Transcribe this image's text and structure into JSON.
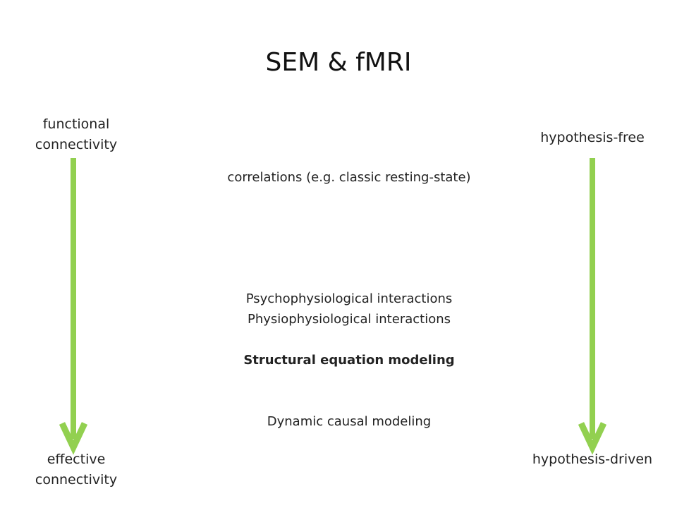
{
  "title": "SEM & fMRI",
  "left": {
    "top_label": [
      "functional",
      "connectivity"
    ],
    "bottom_label": [
      "effective",
      "connectivity"
    ]
  },
  "right": {
    "top_label": "hypothesis-free",
    "bottom_label": "hypothesis-driven"
  },
  "center": {
    "correlations": "correlations (e.g. classic resting-state)",
    "ppi": "Psychophysiological interactions",
    "physio": "Physiophysiological interactions",
    "sem": "Structural equation modeling",
    "dcm": "Dynamic causal modeling"
  },
  "colors": {
    "arrow": "#92d050",
    "text": "#222222"
  }
}
